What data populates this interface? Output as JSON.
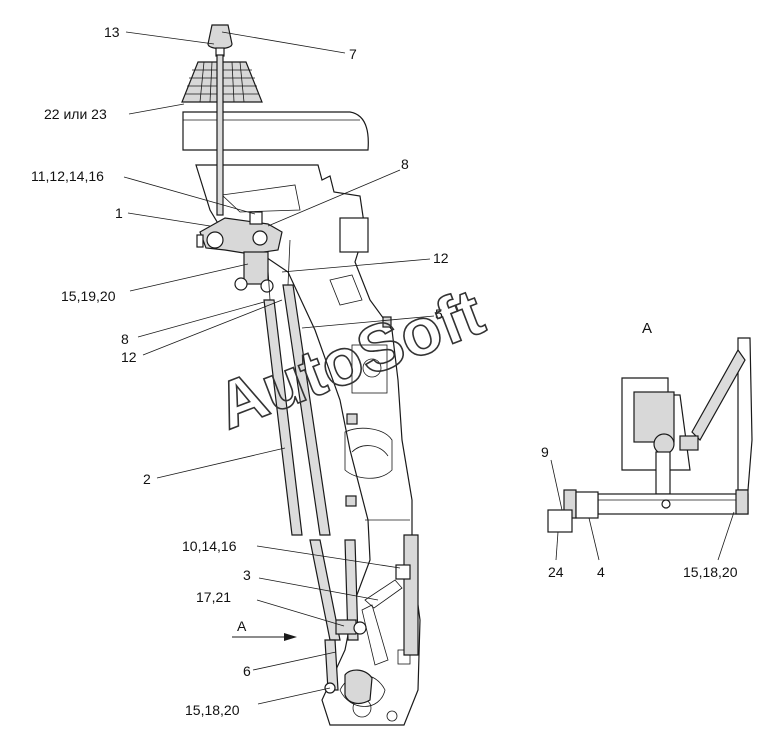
{
  "watermark": "AutoSoft",
  "view_label": "A",
  "view_arrow_label": "A",
  "callouts": {
    "c13": "13",
    "c7": "7",
    "c22_23": "22 или 23",
    "c11_12_14_16": "11,12,14,16",
    "c8_top": "8",
    "c1": "1",
    "c12_right": "12",
    "c15_19_20": "15,19,20",
    "c5": "5",
    "c8_left": "8",
    "c12_left": "12",
    "c2": "2",
    "c10_14_16": "10,14,16",
    "c3": "3",
    "c17_21": "17,21",
    "c6": "6",
    "c15_18_20_bottom": "15,18,20",
    "c9": "9",
    "c24": "24",
    "c4": "4",
    "c15_18_20_view": "15,18,20"
  }
}
